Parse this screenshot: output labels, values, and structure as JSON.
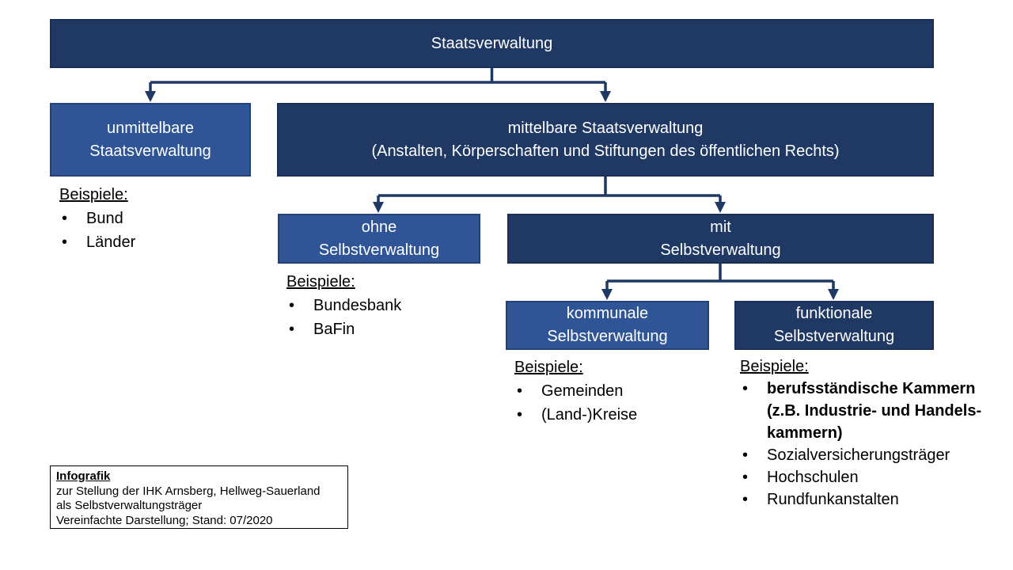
{
  "ui": {
    "bullet": "•"
  },
  "colors": {
    "dark_blue": "#1F3864",
    "medium_blue": "#2F5597",
    "connector": "#1F3864",
    "box_text": "#FFFFFF",
    "body_text": "#000000",
    "background": "#FFFFFF"
  },
  "nodes": {
    "staatsverwaltung": {
      "label": "Staatsverwaltung"
    },
    "unmittelbare": {
      "line1": "unmittelbare",
      "line2": "Staatsverwaltung"
    },
    "mittelbare": {
      "line1": "mittelbare Staatsverwaltung",
      "line2": "(Anstalten, Körperschaften und Stiftungen des öffentlichen Rechts)"
    },
    "ohne": {
      "line1": "ohne",
      "line2": "Selbstverwaltung"
    },
    "mit": {
      "line1": "mit",
      "line2": "Selbstverwaltung"
    },
    "kommunale": {
      "line1": "kommunale",
      "line2": "Selbstverwaltung"
    },
    "funktionale": {
      "line1": "funktionale",
      "line2": "Selbstverwaltung"
    }
  },
  "examples": {
    "unmittelbare": {
      "heading": "Beispiele:",
      "items": [
        "Bund",
        "Länder"
      ]
    },
    "ohne": {
      "heading": "Beispiele:",
      "items": [
        "Bundesbank",
        "BaFin"
      ]
    },
    "kommunale": {
      "heading": "Beispiele:",
      "items": [
        "Gemeinden",
        "(Land-)Kreise"
      ]
    },
    "funktionale": {
      "heading": "Beispiele:",
      "bold_item_lines": [
        "berufsständische Kammern",
        "(z.B. Industrie- und Handels-",
        "kammern)"
      ],
      "items": [
        "Sozialversicherungsträger",
        "Hochschulen",
        "Rundfunkanstalten"
      ]
    }
  },
  "infobox": {
    "title": "Infografik",
    "line1": "zur Stellung der IHK Arnsberg, Hellweg-Sauerland",
    "line2": "als Selbstverwaltungsträger",
    "line3": "Vereinfachte Darstellung;  Stand: 07/2020"
  }
}
